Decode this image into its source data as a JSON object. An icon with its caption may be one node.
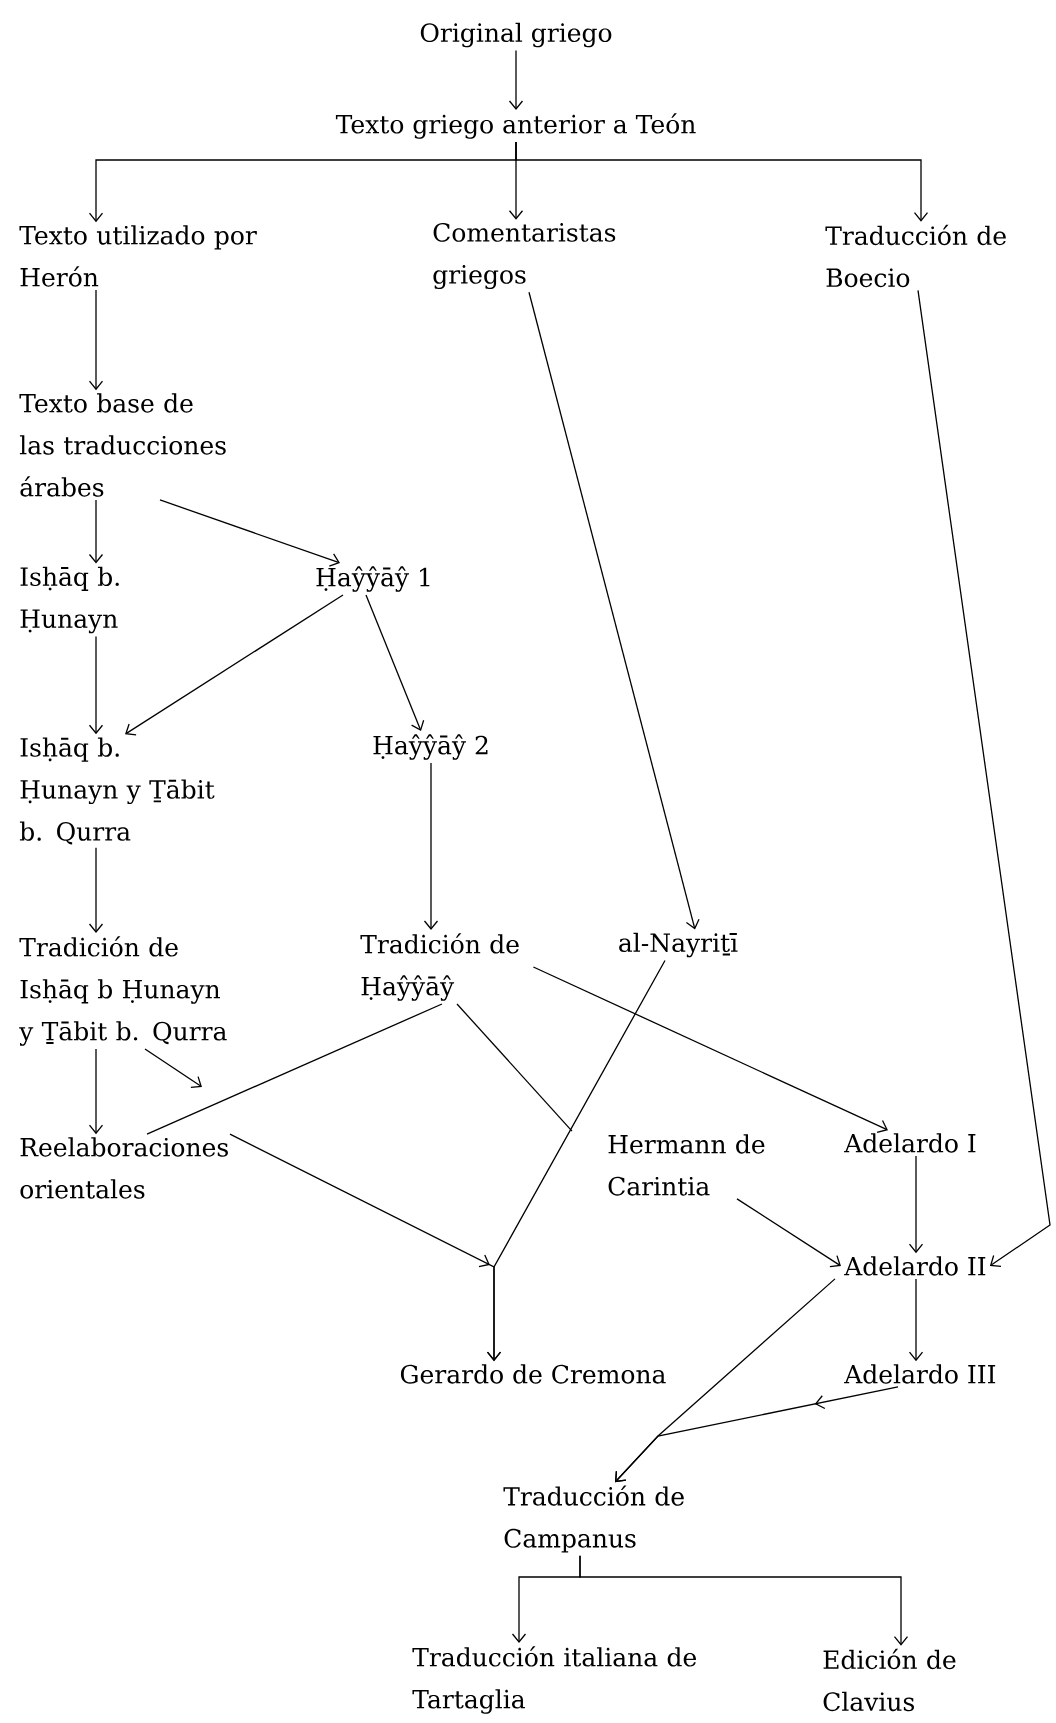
{
  "diagram": {
    "nodes": [
      {
        "text": [
          "Original griego"
        ]
      },
      {
        "text": [
          "Texto griego anterior a Teón"
        ]
      },
      {
        "text": [
          "Texto utilizado por Herón"
        ]
      },
      {
        "text": [
          "Comentaristas griegos"
        ]
      },
      {
        "text": [
          "Traducción de Boecio"
        ]
      },
      {
        "text": [
          "Texto base de las traducciones árabes"
        ]
      },
      {
        "text": [
          "Isḥāq b. Ḥunayn"
        ]
      },
      {
        "text": [
          "Ḥaŷŷāŷ 1"
        ]
      },
      {
        "text": [
          "Isḥāq b. Ḥunayn y Ṯābit b. Qurra"
        ]
      },
      {
        "text": [
          "Ḥaŷŷāŷ 2"
        ]
      },
      {
        "text": [
          "Tradición de Isḥāq b Ḥunayn y Ṯābit b. Qurra"
        ]
      },
      {
        "text": [
          "Tradición de Ḥaŷŷāŷ"
        ]
      },
      {
        "text": [
          "al-Nayriṯī"
        ]
      },
      {
        "text": [
          "Reelaboraciones orientales"
        ]
      },
      {
        "text": [
          "Hermann de Carintia"
        ]
      },
      {
        "text": [
          "Adelardo I"
        ]
      },
      {
        "text": [
          "Adelardo II"
        ]
      },
      {
        "text": [
          "Gerardo de Cremona"
        ]
      },
      {
        "text": [
          "Adelardo III"
        ]
      },
      {
        "text": [
          "Traducción de Campanus"
        ]
      },
      {
        "text": [
          "Traducción italiana de Tartaglia"
        ]
      },
      {
        "text": [
          "Edición de Clavius"
        ]
      }
    ],
    "edges": [
      {
        "from": 0,
        "to": 1,
        "arrow": "to"
      },
      {
        "from": 1,
        "to": 2,
        "arrow": "to"
      },
      {
        "from": 1,
        "to": 3,
        "arrow": "to"
      },
      {
        "from": 1,
        "to": 4,
        "arrow": "to"
      },
      {
        "from": 2,
        "to": 5,
        "arrow": "to"
      },
      {
        "from": 3,
        "to": 12,
        "arrow": "to"
      },
      {
        "from": 4,
        "to": 16,
        "arrow": "to"
      },
      {
        "from": 5,
        "to": 6,
        "arrow": "to"
      },
      {
        "from": 5,
        "to": 7,
        "arrow": "to"
      },
      {
        "from": 6,
        "to": 8,
        "arrow": "to"
      },
      {
        "from": 7,
        "to": 8,
        "arrow": "to"
      },
      {
        "from": 7,
        "to": 9,
        "arrow": "to"
      },
      {
        "from": 8,
        "to": 10,
        "arrow": "to"
      },
      {
        "from": 9,
        "to": 11,
        "arrow": "to"
      },
      {
        "from": 10,
        "to": 13,
        "arrow": "to"
      },
      {
        "from": 10,
        "to": null,
        "arrow": "to"
      },
      {
        "from": 11,
        "to": 13,
        "arrow": "none"
      },
      {
        "from": 11,
        "to": 14,
        "arrow": "none"
      },
      {
        "from": 11,
        "to": 15,
        "arrow": "to"
      },
      {
        "from": 12,
        "to": 17,
        "arrow": "to"
      },
      {
        "from": 13,
        "to": 17,
        "arrow": "to"
      },
      {
        "from": 14,
        "to": 16,
        "arrow": "to"
      },
      {
        "from": 15,
        "to": 16,
        "arrow": "to"
      },
      {
        "from": 16,
        "to": 19,
        "arrow": "to"
      },
      {
        "from": 16,
        "to": 18,
        "arrow": "to"
      },
      {
        "from": 18,
        "to": 19,
        "arrow": "to"
      },
      {
        "from": 19,
        "to": 20,
        "arrow": "to"
      },
      {
        "from": 19,
        "to": 21,
        "arrow": "to"
      }
    ]
  }
}
